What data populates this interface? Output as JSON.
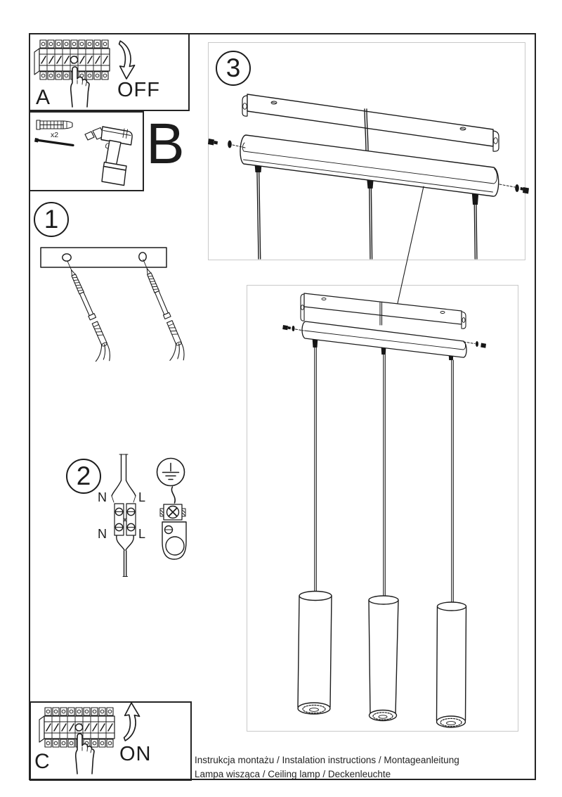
{
  "document": {
    "footer": {
      "line1": "Instrukcja montażu / Instalation instructions / Montageanleitung",
      "line2": "Lampa wisząca / Ceiling lamp / Deckenleuchte"
    }
  },
  "steps": {
    "step1": {
      "number": "1"
    },
    "step2": {
      "number": "2"
    },
    "step3": {
      "number": "3"
    }
  },
  "panels": {
    "a": {
      "label": "A",
      "state": "OFF"
    },
    "b": {
      "label": "B",
      "anchor_count": "x2"
    },
    "c": {
      "label": "C",
      "state": "ON"
    }
  },
  "wiring": {
    "n_top": "N",
    "l_top": "L",
    "n_bottom": "N",
    "l_bottom": "L"
  },
  "colors": {
    "line": "#1c1c1c",
    "frame": "#242424",
    "light_box_border": "#c9c9c9",
    "background": "#ffffff"
  }
}
